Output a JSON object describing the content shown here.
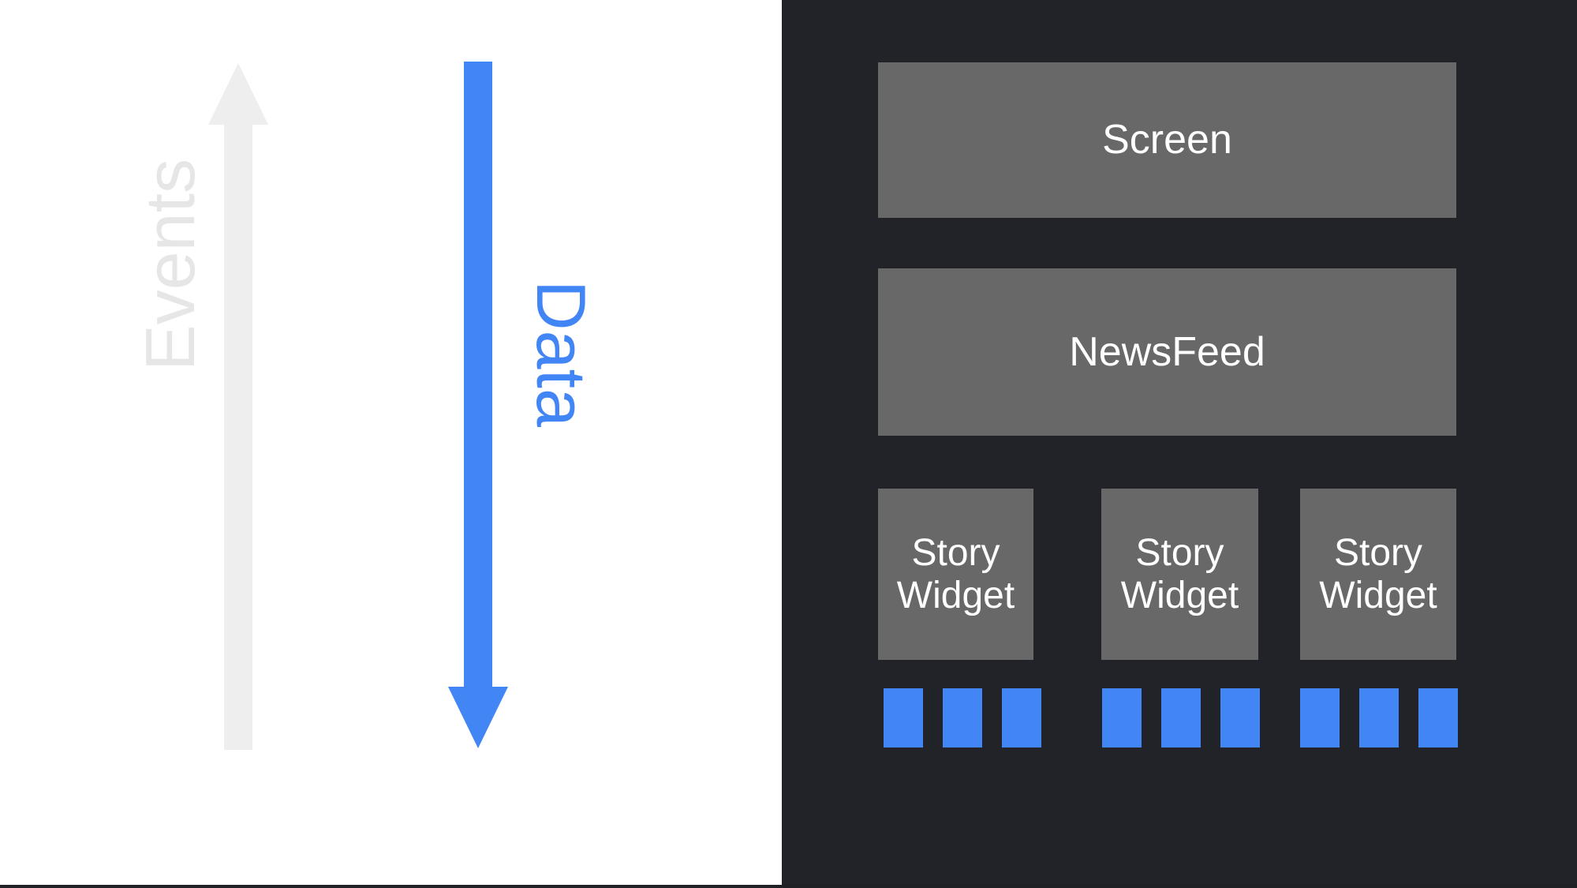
{
  "diagram": {
    "title": "Unidirectional data flow widget hierarchy",
    "colors": {
      "background_light": "#ffffff",
      "background_dark": "#212328",
      "node_gray": "#686868",
      "accent_blue": "#4285f4",
      "muted_gray": "#e6e6e6",
      "node_text": "#ffffff"
    }
  },
  "flow": {
    "events_arrow": {
      "label": "Events",
      "direction": "up",
      "color": "#e6e6e6"
    },
    "data_arrow": {
      "label": "Data",
      "direction": "down",
      "color": "#4285f4"
    }
  },
  "tree": {
    "root": {
      "label": "Screen"
    },
    "branch": {
      "label": "NewsFeed"
    },
    "widgets": [
      {
        "label": "Story\nWidget",
        "leaves": [
          "leaf",
          "leaf",
          "leaf"
        ]
      },
      {
        "label": "Story\nWidget",
        "leaves": [
          "leaf",
          "leaf",
          "leaf"
        ]
      },
      {
        "label": "Story\nWidget",
        "leaves": [
          "leaf",
          "leaf",
          "leaf"
        ]
      }
    ]
  }
}
